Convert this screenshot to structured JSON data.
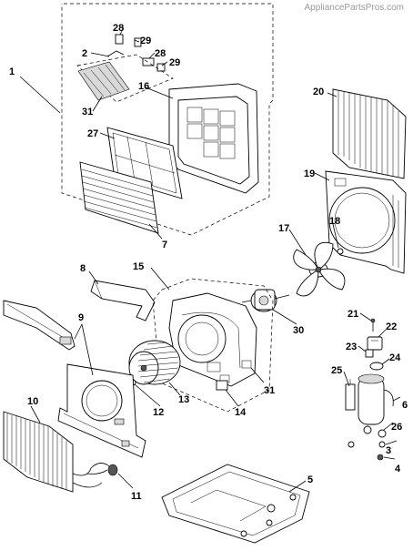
{
  "watermark": "AppliancePartsPros.com",
  "callouts": {
    "c1": "1",
    "c2": "2",
    "c3": "3",
    "c4": "4",
    "c5": "5",
    "c6": "6",
    "c7": "7",
    "c8": "8",
    "c9": "9",
    "c10": "10",
    "c11": "11",
    "c12": "12",
    "c13": "13",
    "c14": "14",
    "c15": "15",
    "c16": "16",
    "c17": "17",
    "c18": "18",
    "c19": "19",
    "c20": "20",
    "c21": "21",
    "c22": "22",
    "c23": "23",
    "c24": "24",
    "c25": "25",
    "c26": "26",
    "c27": "27",
    "c28a": "28",
    "c28b": "28",
    "c29a": "29",
    "c29b": "29",
    "c30": "30",
    "c31a": "31",
    "c31b": "31"
  }
}
